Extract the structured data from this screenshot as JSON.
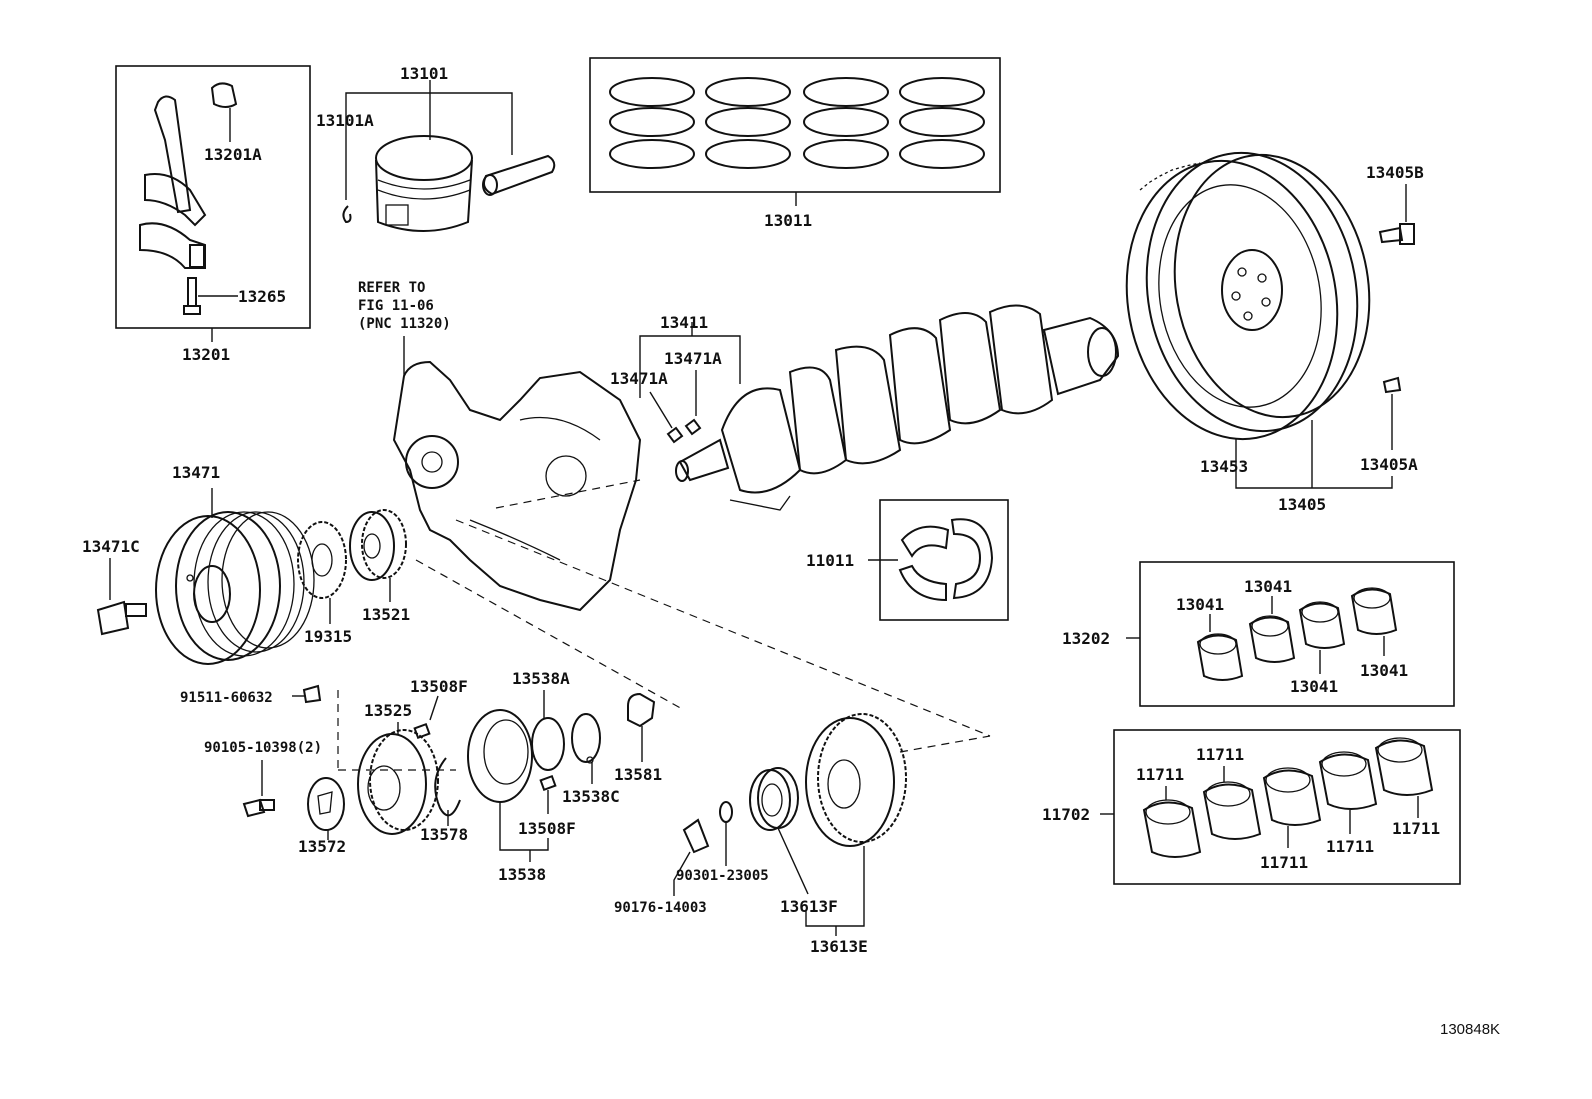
{
  "diagram_code": "130848K",
  "reference_note": [
    "REFER TO",
    "FIG 11-06",
    "(PNC 11320)"
  ],
  "labels": {
    "p13101": "13101",
    "p13101A": "13101A",
    "p13201A": "13201A",
    "p13265": "13265",
    "p13201": "13201",
    "p13011": "13011",
    "p13405B": "13405B",
    "p13411": "13411",
    "p13471A_a": "13471A",
    "p13471A_b": "13471A",
    "p13453": "13453",
    "p13405A": "13405A",
    "p13405": "13405",
    "p13471": "13471",
    "p13471C": "13471C",
    "p19315": "19315",
    "p13521": "13521",
    "p11011": "11011",
    "p13202": "13202",
    "p13041_a": "13041",
    "p13041_b": "13041",
    "p13041_c": "13041",
    "p13041_d": "13041",
    "p91511": "91511-60632",
    "p13508F_a": "13508F",
    "p13538A": "13538A",
    "p13525": "13525",
    "p90105": "90105-10398(2)",
    "p13581": "13581",
    "p13538C": "13538C",
    "p13508F_b": "13508F",
    "p13572": "13572",
    "p13578": "13578",
    "p13538": "13538",
    "p90301": "90301-23005",
    "p90176": "90176-14003",
    "p13613F": "13613F",
    "p13613E": "13613E",
    "p11702": "11702",
    "p11711_a": "11711",
    "p11711_b": "11711",
    "p11711_c": "11711",
    "p11711_d": "11711",
    "p11711_e": "11711"
  }
}
